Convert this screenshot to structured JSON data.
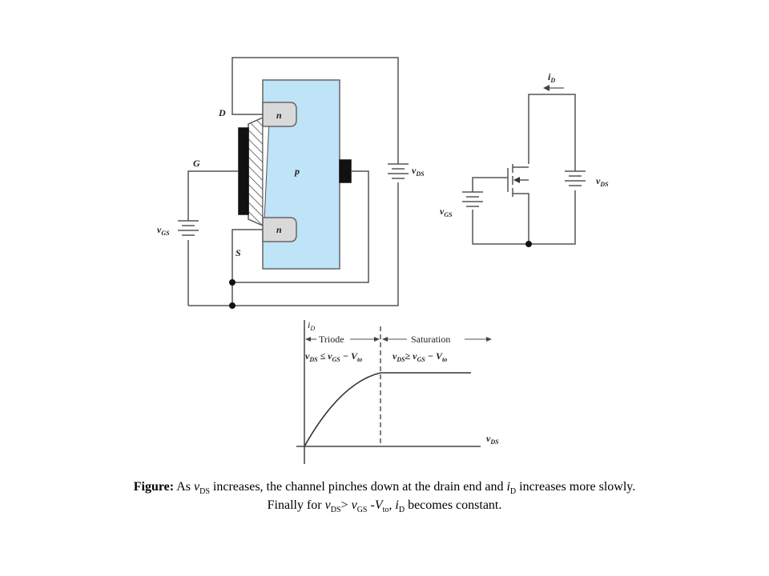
{
  "mosfet": {
    "drain": "D",
    "gate": "G",
    "source": "S",
    "drain_region": "n",
    "source_region": "n",
    "substrate": "p",
    "vgs": {
      "main": "v",
      "sub": "GS"
    },
    "vds": {
      "main": "v",
      "sub": "DS"
    }
  },
  "circuit": {
    "current": {
      "main": "i",
      "sub": "D"
    },
    "vgs": {
      "main": "v",
      "sub": "GS"
    },
    "vds": {
      "main": "v",
      "sub": "DS"
    }
  },
  "graph": {
    "y_axis": {
      "main": "i",
      "sub": "D"
    },
    "x_axis": {
      "main": "v",
      "sub": "DS"
    },
    "region_triode": "Triode",
    "region_saturation": "Saturation",
    "triode_condition": {
      "a": "v",
      "a_sub": "DS",
      "op": " ≤ ",
      "b": "v",
      "b_sub": "GS",
      "minus": " − ",
      "c": "V",
      "c_sub": "to"
    },
    "sat_condition": {
      "a": "v",
      "a_sub": "DS",
      "op": "≥ ",
      "b": "v",
      "b_sub": "GS",
      "minus": " − ",
      "c": "V",
      "c_sub": "to"
    }
  },
  "caption": {
    "bold": "Figure:",
    "line1": {
      "t1": " As ",
      "v": "v",
      "v_sub": "DS",
      "t2": " increases, the channel pinches down at the drain end and ",
      "i": "i",
      "i_sub": "D",
      "t3": " increases more slowly."
    },
    "line2": {
      "t1": "Finally for ",
      "v": "v",
      "v_sub": "DS",
      "t2": "> ",
      "g": "v",
      "g_sub": "GS",
      "t3": " -",
      "vt": "V",
      "vt_sub": "to",
      "t4": ", ",
      "i": "i",
      "i_sub": "D",
      "t5": " becomes constant."
    }
  },
  "colors": {
    "substrate": "#bfe3f7",
    "n_region": "#d9d9d9",
    "wire": "#555555"
  }
}
